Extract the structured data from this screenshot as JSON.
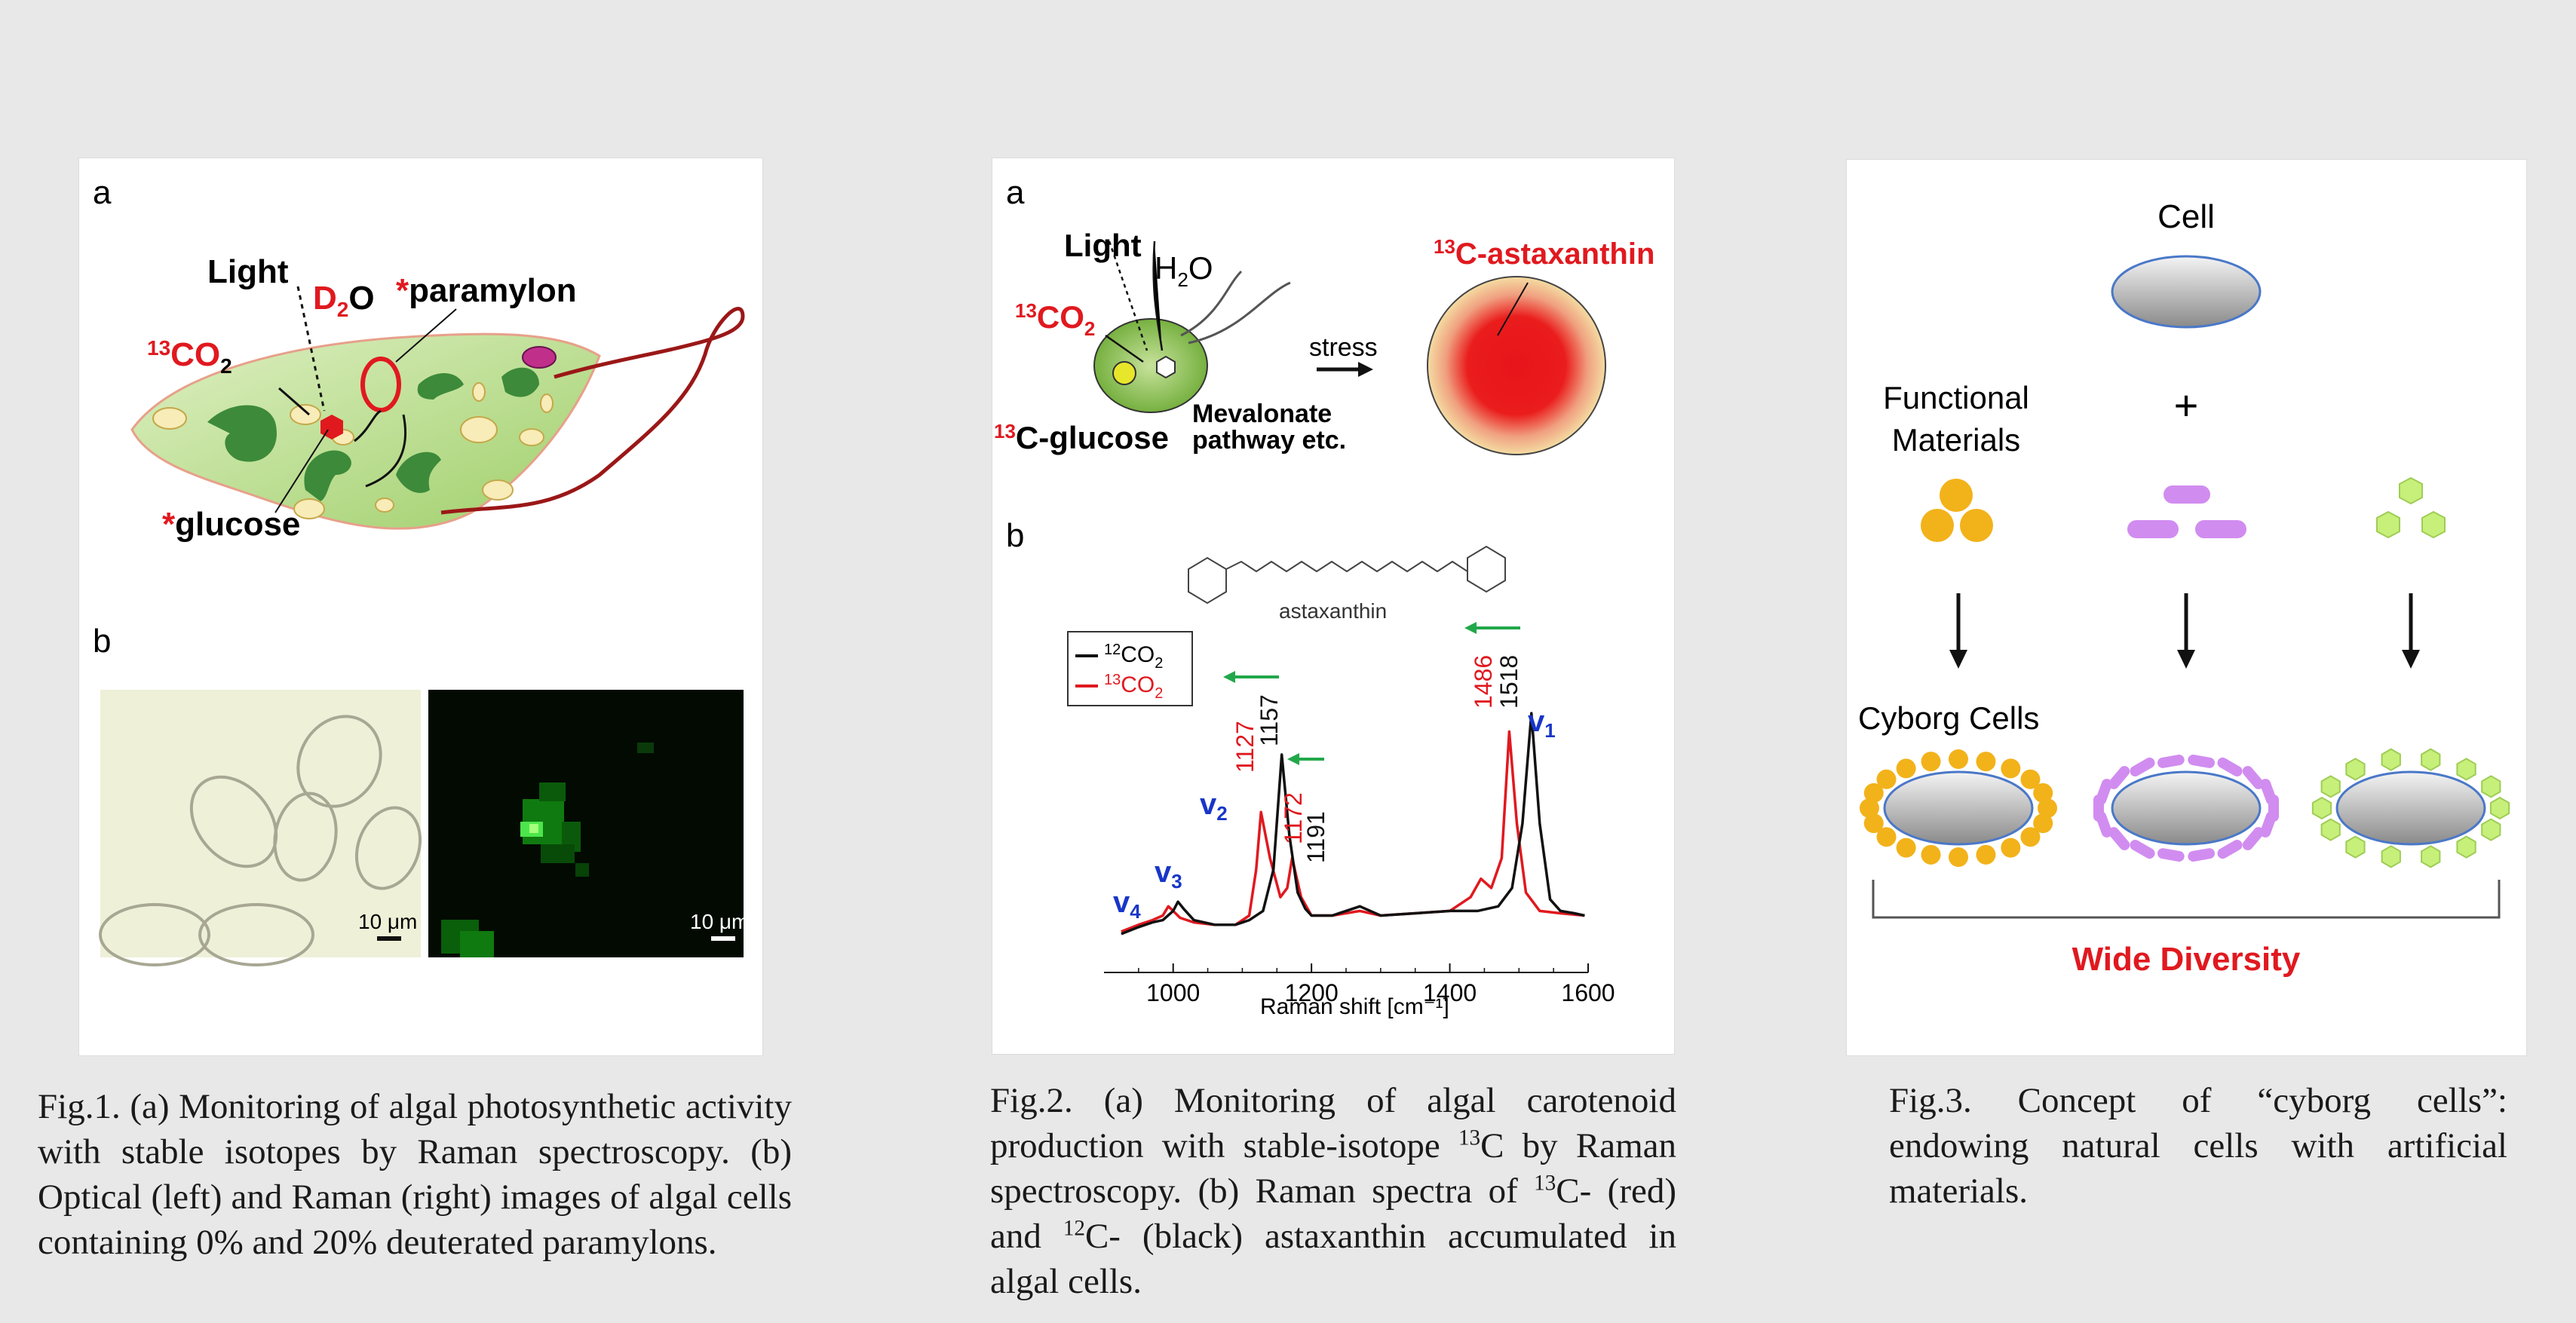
{
  "fig1": {
    "label_a": "a",
    "label_b": "b",
    "light": "Light",
    "d2o_d": "D",
    "d2o_2": "2",
    "d2o_o": "O",
    "paramylon_star": "*",
    "paramylon": "paramylon",
    "co2_13": "13",
    "co2_c": "CO",
    "co2_2": "2",
    "glucose_star": "*",
    "glucose": "glucose",
    "scale_left": "10 μm",
    "scale_right": "10 μm",
    "caption": "Fig.1. (a) Monitoring of algal photosynthetic activity with stable isotopes by Raman spectroscopy. (b) Optical (left) and Raman (right) images of algal cells containing 0% and 20% deuterated paramylons."
  },
  "fig2": {
    "label_a": "a",
    "label_b": "b",
    "light": "Light",
    "h2o_h": "H",
    "h2o_2": "2",
    "h2o_o": "O",
    "co2_13": "13",
    "co2_c": "CO",
    "co2_2": "2",
    "glucose_13": "13",
    "glucose": "C-glucose",
    "stress": "stress",
    "mevalonate": "Mevalonate",
    "pathway": "pathway etc.",
    "asta_13": "13",
    "asta_label": "C-astaxanthin",
    "molecule_name": "astaxanthin",
    "legend_12": "12",
    "legend_co2_12": "CO",
    "legend_13": "13",
    "legend_co2_13": "CO",
    "legend_sub": "2",
    "peak_1127": "1127",
    "peak_1157": "1157",
    "peak_1172": "1172",
    "peak_1191": "1191",
    "peak_1486": "1486",
    "peak_1518": "1518",
    "v1": "v",
    "v1_sub": "1",
    "v2": "v",
    "v2_sub": "2",
    "v3": "v",
    "v3_sub": "3",
    "v4": "v",
    "v4_sub": "4",
    "xlabel": "Raman shift [cm⁻¹]",
    "caption_p1": "Fig.2. (a) Monitoring of algal carotenoid production with stable-isotope ",
    "caption_sup1": "13",
    "caption_p2": "C by Raman spectroscopy. (b) Raman spectra of ",
    "caption_sup2": "13",
    "caption_p3": "C- (red) and ",
    "caption_sup3": "12",
    "caption_p4": "C- (black) astaxanthin accumulated in algal cells."
  },
  "fig3": {
    "cell": "Cell",
    "functional_1": "Functional",
    "functional_2": "Materials",
    "plus": "+",
    "cyborg": "Cyborg Cells",
    "diversity": "Wide Diversity",
    "caption": "Fig.3. Concept of “cyborg cells”: endowing natural cells with artificial materials."
  },
  "colors": {
    "red_label": "#e0191f",
    "blue_label": "#1836c8",
    "green_arrow": "#22a84a",
    "cell_green": "#b7dc8a",
    "dot_orange": "#f2b21a",
    "pill_purple": "#d18cf0",
    "hex_green": "#c6f07a"
  },
  "chart_data": {
    "type": "line",
    "title": "",
    "xlabel": "Raman shift [cm⁻¹]",
    "ylabel": "",
    "xlim": [
      900,
      1600
    ],
    "xticks": [
      1000,
      1200,
      1400,
      1600
    ],
    "series": [
      {
        "name": "12CO2",
        "color": "#111111",
        "x": [
          925,
          950,
          970,
          985,
          1000,
          1007,
          1015,
          1030,
          1060,
          1090,
          1110,
          1130,
          1145,
          1157,
          1168,
          1180,
          1191,
          1200,
          1230,
          1270,
          1300,
          1350,
          1400,
          1440,
          1470,
          1490,
          1505,
          1518,
          1530,
          1545,
          1560,
          1580,
          1595
        ],
        "y": [
          0.02,
          0.05,
          0.07,
          0.08,
          0.12,
          0.16,
          0.13,
          0.08,
          0.06,
          0.06,
          0.08,
          0.12,
          0.3,
          0.8,
          0.45,
          0.2,
          0.13,
          0.1,
          0.1,
          0.14,
          0.1,
          0.11,
          0.12,
          0.12,
          0.14,
          0.22,
          0.5,
          0.98,
          0.5,
          0.17,
          0.12,
          0.11,
          0.1
        ]
      },
      {
        "name": "13CO2",
        "color": "#e0191f",
        "x": [
          925,
          950,
          970,
          985,
          993,
          1000,
          1010,
          1030,
          1060,
          1090,
          1110,
          1120,
          1127,
          1140,
          1155,
          1165,
          1172,
          1185,
          1200,
          1230,
          1270,
          1300,
          1350,
          1400,
          1430,
          1445,
          1460,
          1475,
          1486,
          1497,
          1510,
          1530,
          1560,
          1595
        ],
        "y": [
          0.03,
          0.06,
          0.08,
          0.1,
          0.14,
          0.12,
          0.09,
          0.07,
          0.06,
          0.06,
          0.1,
          0.3,
          0.55,
          0.35,
          0.18,
          0.22,
          0.35,
          0.18,
          0.1,
          0.1,
          0.12,
          0.1,
          0.11,
          0.12,
          0.18,
          0.26,
          0.22,
          0.35,
          0.9,
          0.5,
          0.2,
          0.12,
          0.11,
          0.1
        ]
      }
    ],
    "annotations": [
      "1127",
      "1157",
      "1172",
      "1191",
      "1486",
      "1518",
      "v1",
      "v2",
      "v3",
      "v4"
    ]
  }
}
